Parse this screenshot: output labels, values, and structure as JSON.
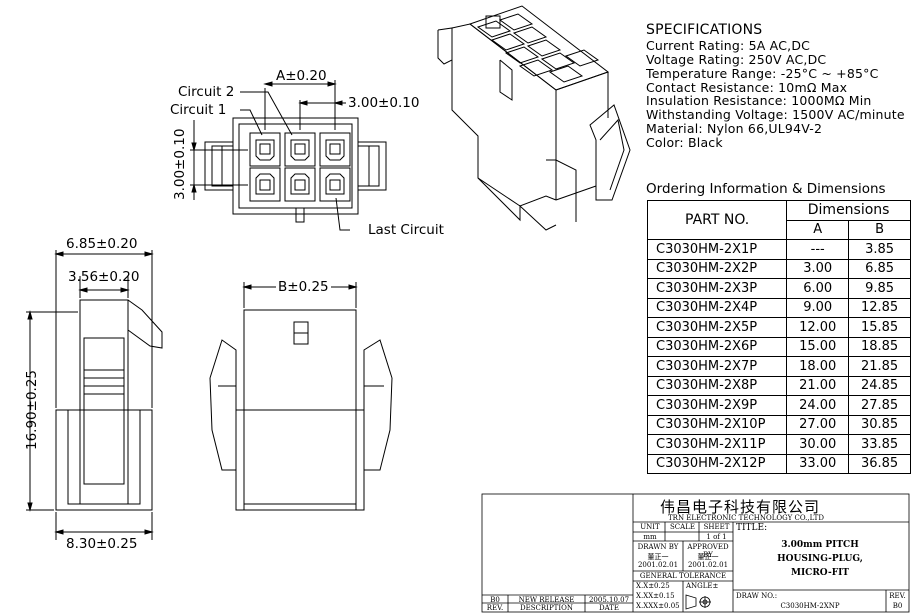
{
  "specifications": {
    "title": "SPECIFICATIONS",
    "lines": [
      "Current Rating: 5A AC,DC",
      "Voltage Rating: 250V AC,DC",
      "Temperature Range: -25°C ~ +85°C",
      "Contact Resistance: 10mΩ Max",
      "Insulation Resistance: 1000MΩ Min",
      "Withstanding Voltage: 1500V AC/minute",
      "Material: Nylon 66,UL94V-2",
      "Color: Black"
    ]
  },
  "ordering": {
    "title": "Ordering Information & Dimensions",
    "col_part": "PART NO.",
    "col_dims": "Dimensions",
    "col_a": "A",
    "col_b": "B",
    "rows": [
      {
        "part": "C3030HM-2X1P",
        "a": "---",
        "b": "3.85"
      },
      {
        "part": "C3030HM-2X2P",
        "a": "3.00",
        "b": "6.85"
      },
      {
        "part": "C3030HM-2X3P",
        "a": "6.00",
        "b": "9.85"
      },
      {
        "part": "C3030HM-2X4P",
        "a": "9.00",
        "b": "12.85"
      },
      {
        "part": "C3030HM-2X5P",
        "a": "12.00",
        "b": "15.85"
      },
      {
        "part": "C3030HM-2X6P",
        "a": "15.00",
        "b": "18.85"
      },
      {
        "part": "C3030HM-2X7P",
        "a": "18.00",
        "b": "21.85"
      },
      {
        "part": "C3030HM-2X8P",
        "a": "21.00",
        "b": "24.85"
      },
      {
        "part": "C3030HM-2X9P",
        "a": "24.00",
        "b": "27.85"
      },
      {
        "part": "C3030HM-2X10P",
        "a": "27.00",
        "b": "30.85"
      },
      {
        "part": "C3030HM-2X11P",
        "a": "30.00",
        "b": "33.85"
      },
      {
        "part": "C3030HM-2X12P",
        "a": "33.00",
        "b": "36.85"
      }
    ]
  },
  "front_view": {
    "dim_a": "A±0.20",
    "dim_pitch": "3.00±0.10",
    "dim_height": "3.00±0.10",
    "label_circuit2": "Circuit 2",
    "label_circuit1": "Circuit 1",
    "label_last": "Last Circuit"
  },
  "side_view": {
    "dim_width_top": "6.85±0.20",
    "dim_width_mid": "3.56±0.20",
    "dim_height": "16.90±0.25",
    "dim_width_bottom": "8.30±0.25"
  },
  "rear_view": {
    "dim_b": "B±0.25"
  },
  "title_block": {
    "company_cn": "伟昌电子科技有限公司",
    "company_en": "TRN ELECTRONIC TECHNOLOGY CO.,LTD",
    "unit_label": "UNIT",
    "unit_value": "mm",
    "scale_label": "SCALE",
    "sheet_label": "SHEET",
    "sheet_value": "1 of 1",
    "title_label": "TITLE:",
    "title_lines": [
      "3.00mm PITCH",
      "HOUSING-PLUG,",
      "MICRO-FIT"
    ],
    "drawn_by_label": "DRAWN BY",
    "drawn_by_name": "董正一",
    "drawn_date": "2001.02.01",
    "approved_by_label": "APPROVED BY",
    "approved_by_name": "董正一",
    "approved_date": "2001.02.01",
    "tolerance_label": "GENERAL TOLERANCE",
    "tol_1": "X.X±0.25",
    "tol_2": "X.XX±0.15",
    "tol_3": "X.XXX±0.05",
    "angle_label": "ANGLE±",
    "rev_code": "B0",
    "rev_desc": "NEW RELEASE",
    "rev_date": "2005.10.07",
    "rev_col": "REV.",
    "desc_col": "DESCRIPTION",
    "date_col": "DATE",
    "draw_no_label": "DRAW NO.:",
    "draw_no": "C3030HM-2XNP",
    "rev_label": "REV.",
    "rev_value": "B0"
  }
}
